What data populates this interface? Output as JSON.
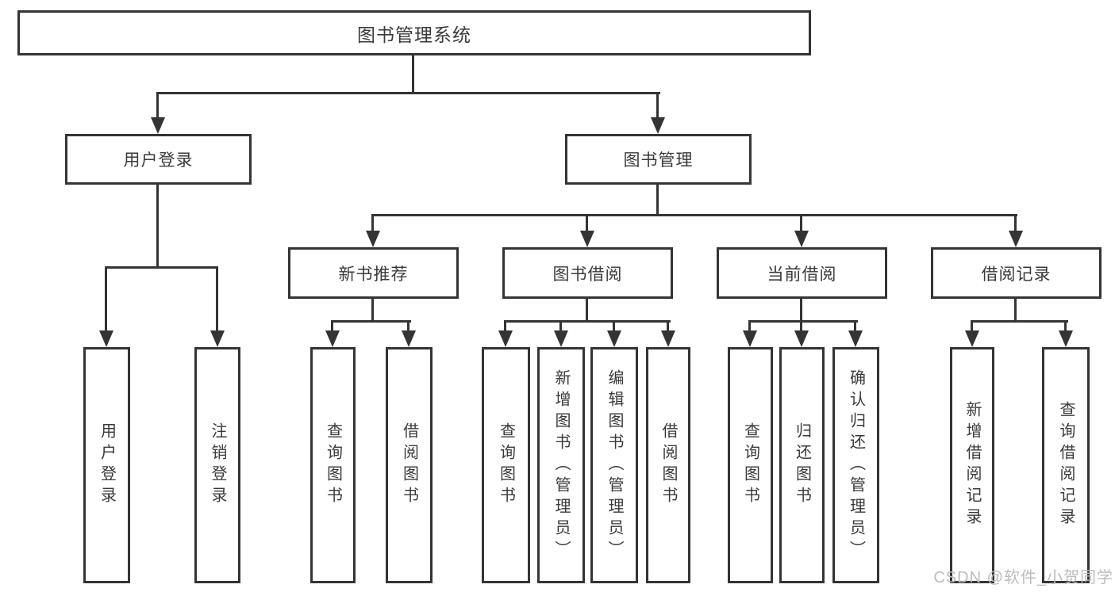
{
  "tree": {
    "root": {
      "label": "图书管理系统",
      "children": [
        {
          "label": "用户登录",
          "children": [
            {
              "label": "用户登录"
            },
            {
              "label": "注销登录"
            }
          ]
        },
        {
          "label": "图书管理",
          "children": [
            {
              "label": "新书推荐",
              "children": [
                {
                  "label": "查询图书"
                },
                {
                  "label": "借阅图书"
                }
              ]
            },
            {
              "label": "图书借阅",
              "children": [
                {
                  "label": "查询图书"
                },
                {
                  "label": "新增图书（管理员）"
                },
                {
                  "label": "编辑图书（管理员）"
                },
                {
                  "label": "借阅图书"
                }
              ]
            },
            {
              "label": "当前借阅",
              "children": [
                {
                  "label": "查询图书"
                },
                {
                  "label": "归还图书"
                },
                {
                  "label": "确认归还（管理员）"
                }
              ]
            },
            {
              "label": "借阅记录",
              "children": [
                {
                  "label": "新增借阅记录"
                },
                {
                  "label": "查询借阅记录"
                }
              ]
            }
          ]
        }
      ]
    }
  },
  "watermark": "CSDN @软件_小贺同学",
  "colors": {
    "line": "#343434",
    "text": "#3a3a3a",
    "watermark": "#bcbcbc",
    "background": "#ffffff"
  }
}
